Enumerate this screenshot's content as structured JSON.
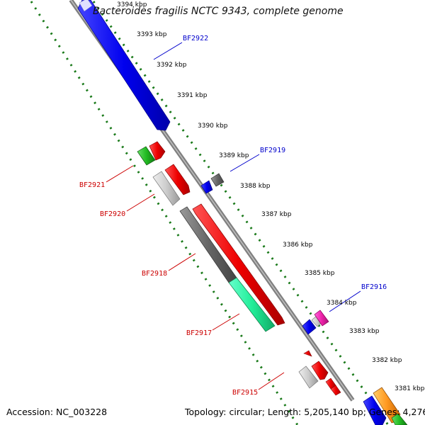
{
  "title": "Bacteroides fragilis NCTC 9343, complete genome",
  "footer": {
    "accession": "Accession: NC_003228",
    "topology": "Topology: circular; Length: 5,205,140 bp; Genes: 4,276"
  },
  "scale_labels": [
    "3394 kbp",
    "3393 kbp",
    "3392 kbp",
    "3391 kbp",
    "3390 kbp",
    "3389 kbp",
    "3388 kbp",
    "3387 kbp",
    "3386 kbp",
    "3385 kbp",
    "3384 kbp",
    "3383 kbp",
    "3382 kbp",
    "3381 kbp"
  ],
  "gene_labels": {
    "bf2922": "BF2922",
    "bf2919": "BF2919",
    "bf2916": "BF2916",
    "bf2921": "BF2921",
    "bf2920": "BF2920",
    "bf2918": "BF2918",
    "bf2917": "BF2917",
    "bf2915": "BF2915"
  },
  "colors": {
    "forward_label": "#0000cc",
    "reverse_label": "#cc0000",
    "backbone": "#808080",
    "tick_dots": "#1a7a1a"
  }
}
